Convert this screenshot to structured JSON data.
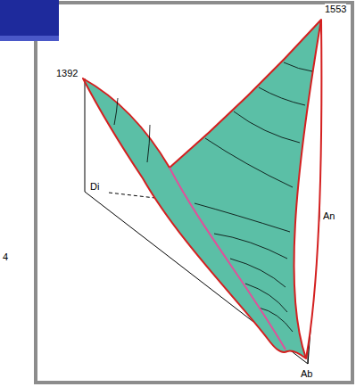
{
  "diagram": {
    "labels": [
      "1553",
      "1392",
      "Di",
      "An",
      "Ab",
      "4"
    ]
  }
}
